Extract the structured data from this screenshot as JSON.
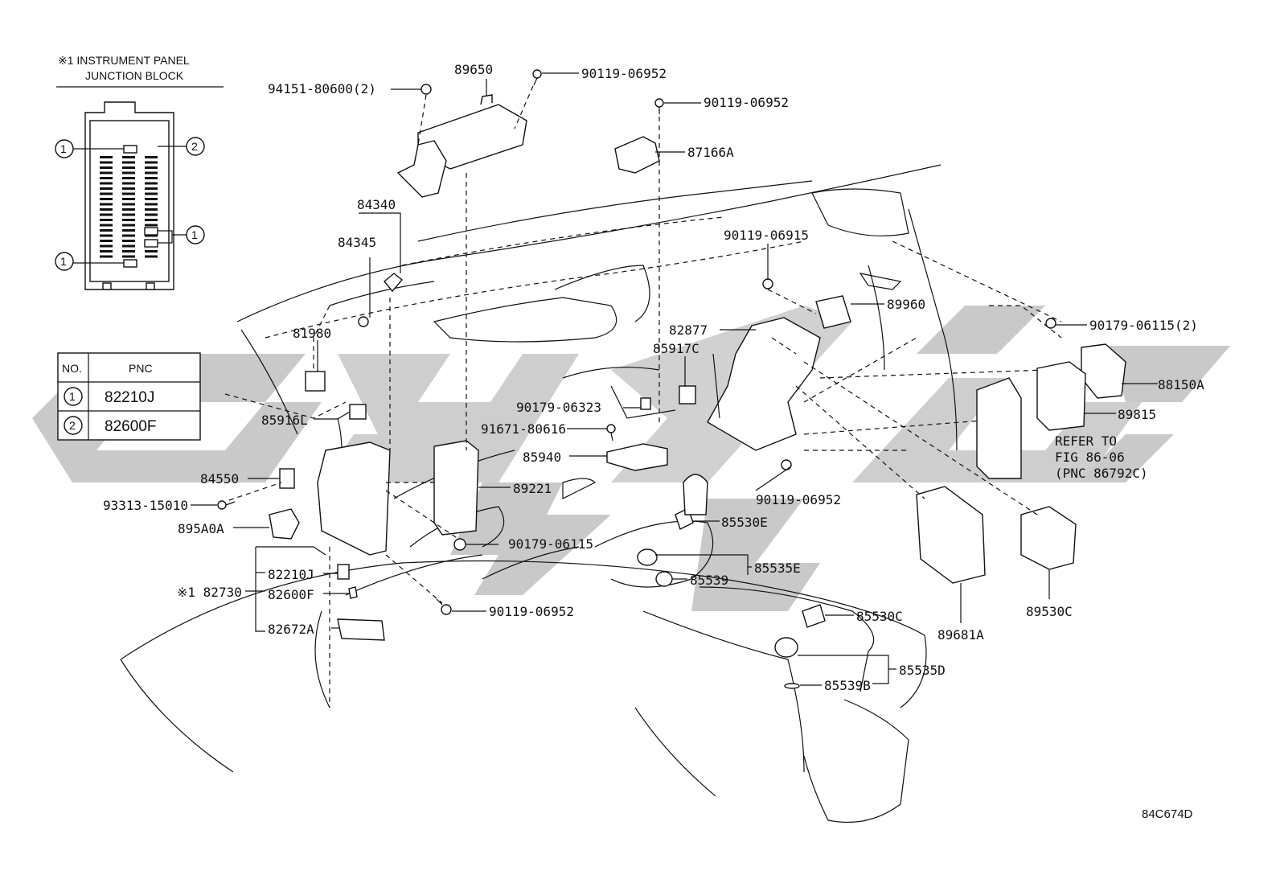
{
  "inset": {
    "title_line1": "※1 INSTRUMENT PANEL",
    "title_line2": "JUNCTION BLOCK",
    "callout_1": "1",
    "callout_2": "2"
  },
  "table": {
    "col_no": "NO.",
    "col_pnc": "PNC",
    "rows": [
      {
        "no": "1",
        "pnc": "82210J"
      },
      {
        "no": "2",
        "pnc": "82600F"
      }
    ]
  },
  "labels": {
    "p89650": "89650",
    "p90119_06952_a": "90119-06952",
    "p94151": "94151-80600(2)",
    "p90119_06952_b": "90119-06952",
    "p87166A": "87166A",
    "p84340": "84340",
    "p84345": "84345",
    "p90119_06915": "90119-06915",
    "p89960": "89960",
    "p90179_06115_2": "90179-06115(2)",
    "p82877": "82877",
    "p85917C": "85917C",
    "p81980": "81980",
    "p88150A": "88150A",
    "p89815": "89815",
    "refer1": "REFER TO",
    "refer2": "FIG 86-06",
    "refer3": "(PNC 86792C)",
    "p90179_06323": "90179-06323",
    "p91671": "91671-80616",
    "p85916L": "85916L",
    "p85940": "85940",
    "p84550": "84550",
    "p89221": "89221",
    "p90119_06952_c": "90119-06952",
    "p93313": "93313-15010",
    "p895A0A": "895A0A",
    "p85530E": "85530E",
    "p90179_06115": "90179-06115",
    "p85535E": "85535E",
    "p85539": "85539",
    "p82210J": "82210J",
    "p82730": "※1 82730",
    "p82600F": "82600F",
    "p82672A": "82672A",
    "p90119_06952_d": "90119-06952",
    "p85530C": "85530C",
    "p89681A": "89681A",
    "p89530C": "89530C",
    "p85535D": "85535D",
    "p85539B": "85539B",
    "code": "84C674D"
  },
  "colors": {
    "line": "#111111",
    "watermark": "#c9c9c9",
    "background": "#ffffff"
  }
}
